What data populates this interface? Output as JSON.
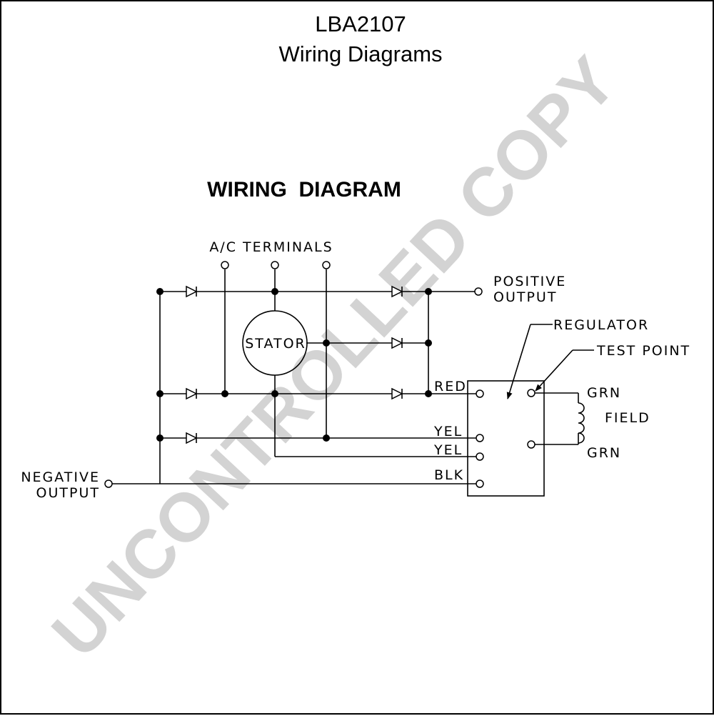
{
  "header": {
    "part_number": "LBA2107",
    "subtitle": "Wiring Diagrams"
  },
  "diagram": {
    "heading": "WIRING  DIAGRAM",
    "ac_terminals": "A/C TERMINALS",
    "positive_output": [
      "POSITIVE",
      "OUTPUT"
    ],
    "negative_output": [
      "NEGATIVE",
      "OUTPUT"
    ],
    "stator": "STATOR",
    "regulator": "REGULATOR",
    "test_point": "TEST POINT",
    "field": "FIELD",
    "wires": {
      "red": "RED",
      "yel_1": "YEL",
      "yel_2": "YEL",
      "blk": "BLK",
      "grn_top": "GRN",
      "grn_bottom": "GRN"
    }
  },
  "watermark": "UNCONTROLLED COPY"
}
